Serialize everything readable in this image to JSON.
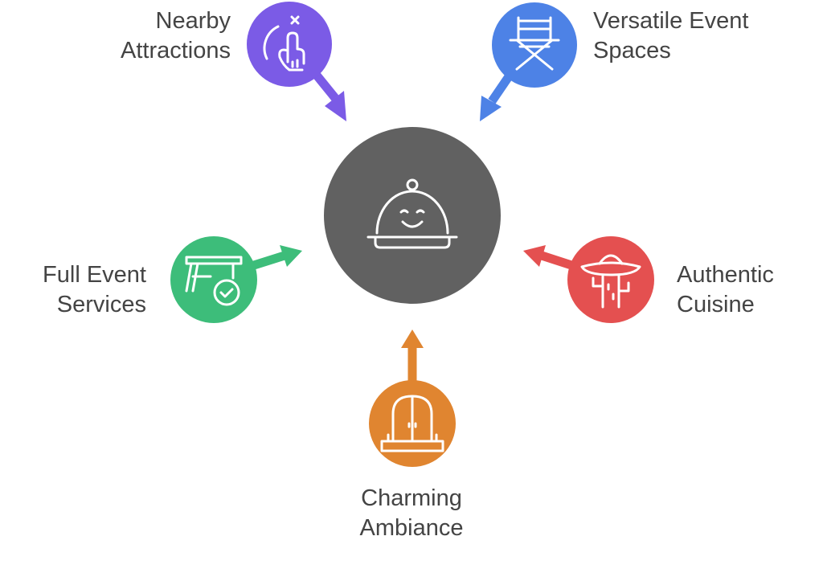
{
  "diagram": {
    "center": {
      "icon": "cloche-smiley-icon",
      "color": "#616161"
    },
    "nodes": [
      {
        "id": "nearby-attractions",
        "label_lines": [
          "Nearby",
          "Attractions"
        ],
        "icon": "hand-pointer-icon",
        "color": "#7B5BE6"
      },
      {
        "id": "versatile-event-spaces",
        "label_lines": [
          "Versatile Event",
          "Spaces"
        ],
        "icon": "directors-chair-icon",
        "color": "#4D82E6"
      },
      {
        "id": "full-event-services",
        "label_lines": [
          "Full Event",
          "Services"
        ],
        "icon": "table-check-icon",
        "color": "#3DBD7A"
      },
      {
        "id": "authentic-cuisine",
        "label_lines": [
          "Authentic",
          "Cuisine"
        ],
        "icon": "sombrero-cactus-icon",
        "color": "#E45050"
      },
      {
        "id": "charming-ambiance",
        "label_lines": [
          "Charming",
          "Ambiance"
        ],
        "icon": "arched-door-icon",
        "color": "#E08530"
      }
    ]
  }
}
